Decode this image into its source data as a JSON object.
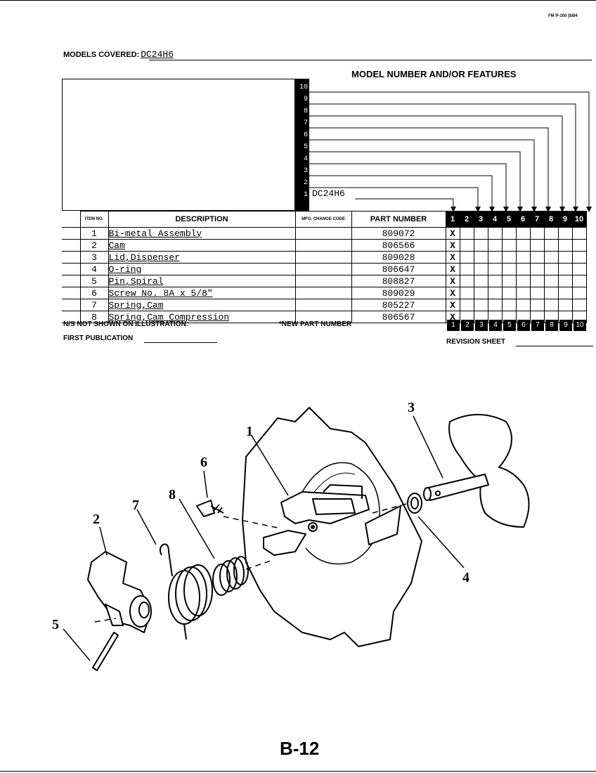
{
  "form_code": "FM P-100 (8/84",
  "models_covered": {
    "label": "MODELS COVERED:",
    "value": "DC24H6"
  },
  "model_features": {
    "title": "MODEL NUMBER AND/OR FEATURES",
    "numbers": [
      "10",
      "9",
      "8",
      "7",
      "6",
      "5",
      "4",
      "3",
      "2",
      "1"
    ],
    "entry_1": "DC24H6"
  },
  "table": {
    "headers": {
      "item": "ITEM NO.",
      "description": "DESCRIPTION",
      "mfg": "MFG. CHANGE CODE",
      "part": "PART NUMBER"
    },
    "column_numbers": [
      "1",
      "2",
      "3",
      "4",
      "5",
      "6",
      "7",
      "8",
      "9",
      "10"
    ],
    "rows": [
      {
        "item": "1",
        "description": "Bi-metal Assembly",
        "part": "809072",
        "x": "X"
      },
      {
        "item": "2",
        "description": "Cam",
        "part": "806566",
        "x": "X"
      },
      {
        "item": "3",
        "description": "Lid,Dispenser",
        "part": "809028",
        "x": "X"
      },
      {
        "item": "4",
        "description": "O-ring",
        "part": "806647",
        "x": "X"
      },
      {
        "item": "5",
        "description": "Pin,Spiral",
        "part": "808827",
        "x": "X"
      },
      {
        "item": "6",
        "description": "Screw No. 8A x 5/8\"",
        "part": "809029",
        "x": "X"
      },
      {
        "item": "7",
        "description": "Spring,Cam",
        "part": "805227",
        "x": "X"
      },
      {
        "item": "8",
        "description": "Spring,Cam Compression",
        "part": "806567",
        "x": "X"
      }
    ]
  },
  "footer": {
    "ns_note": "N/S NOT SHOWN ON ILLUSTRATION:",
    "new_part": "*NEW PART NUMBER",
    "first_publication": "FIRST PUBLICATION",
    "revision_sheet": "REVISION SHEET"
  },
  "callouts": [
    "1",
    "2",
    "3",
    "4",
    "5",
    "6",
    "7",
    "8"
  ],
  "page_number": "B-12"
}
